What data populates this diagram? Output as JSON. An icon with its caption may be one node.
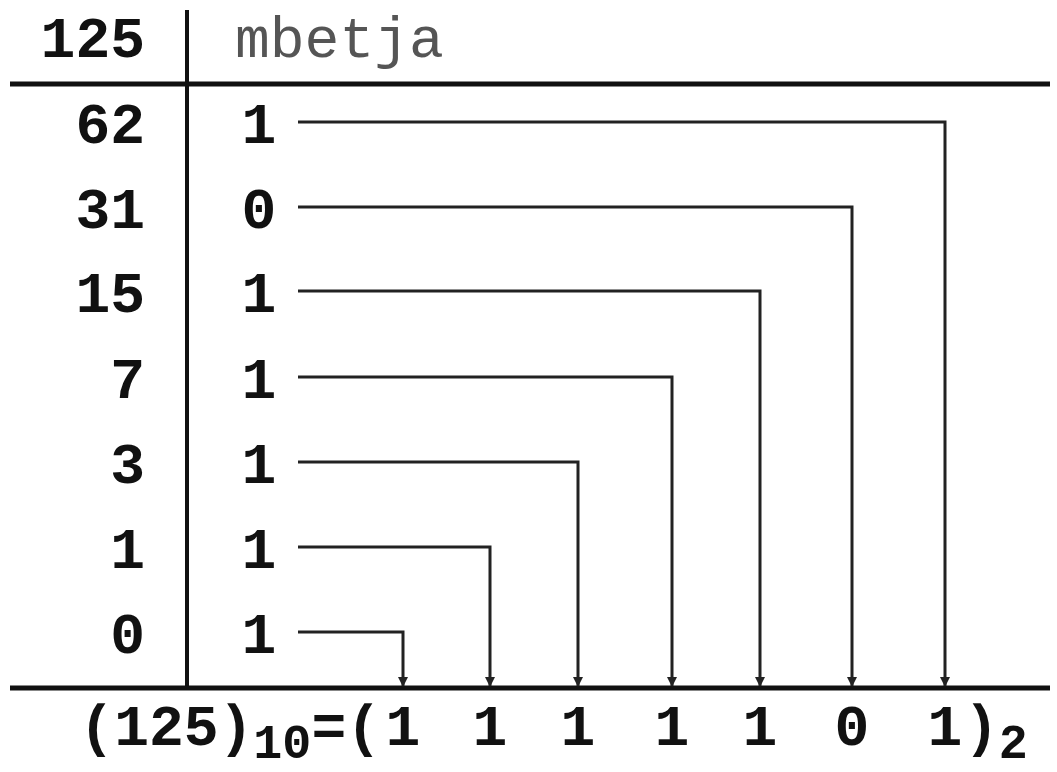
{
  "diagram": {
    "nodes": [
      {
        "text": [
          "1"
        ]
      },
      {
        "text": [
          "0"
        ]
      },
      {
        "text": [
          "1"
        ]
      },
      {
        "text": [
          "1"
        ]
      },
      {
        "text": [
          "1"
        ]
      },
      {
        "text": [
          "1"
        ]
      },
      {
        "text": [
          "1"
        ]
      },
      {
        "text": [
          "1"
        ]
      },
      {
        "text": [
          "1"
        ]
      },
      {
        "text": [
          "1"
        ]
      },
      {
        "text": [
          "1"
        ]
      },
      {
        "text": [
          "1"
        ]
      },
      {
        "text": [
          "0"
        ]
      },
      {
        "text": [
          "1"
        ]
      }
    ],
    "edges": [
      {
        "from": 0,
        "to": 13,
        "arrow": "to"
      },
      {
        "from": 1,
        "to": 12,
        "arrow": "to"
      },
      {
        "from": 2,
        "to": 11,
        "arrow": "to"
      },
      {
        "from": 3,
        "to": 10,
        "arrow": "to"
      },
      {
        "from": 4,
        "to": 9,
        "arrow": "to"
      },
      {
        "from": 5,
        "to": 8,
        "arrow": "to"
      },
      {
        "from": 6,
        "to": 7,
        "arrow": "to"
      }
    ],
    "labels": [
      "125",
      "mbetja",
      "62",
      "31",
      "15",
      "7",
      "3",
      "1",
      "0",
      "(125)$_{10}$=(",
      ")$_{2}$"
    ]
  }
}
